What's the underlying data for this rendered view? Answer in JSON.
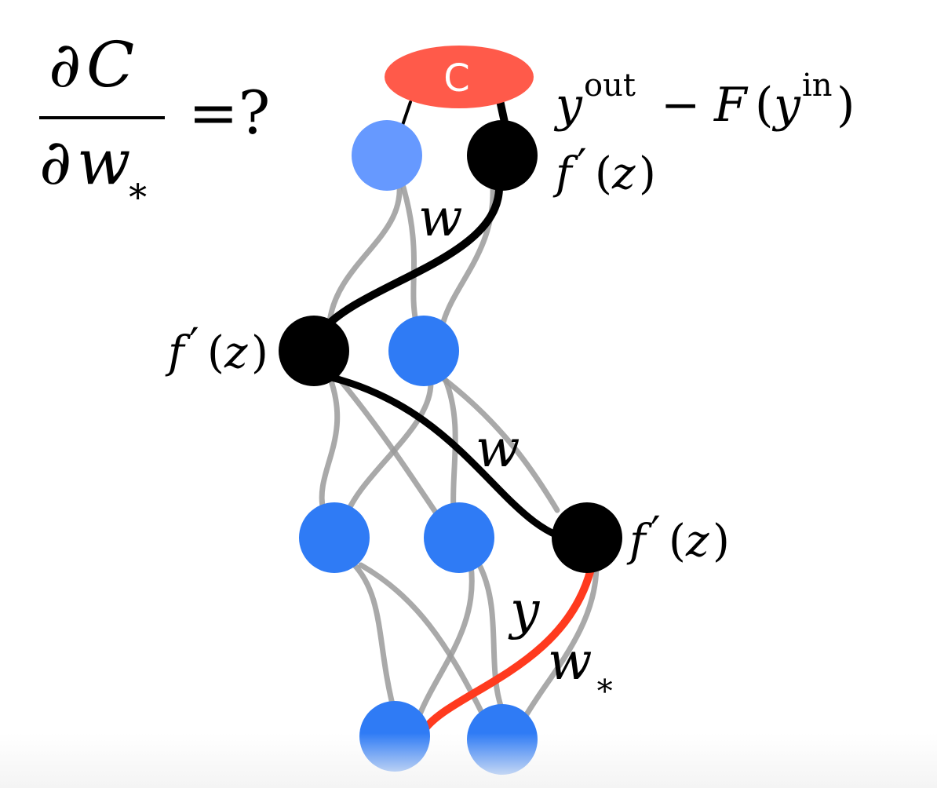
{
  "colors": {
    "cost_node": "#ff5a4a",
    "neuron_light": "#6699ff",
    "neuron": "#2f7bf5",
    "neuron_active": "#000000",
    "path_active": "#000000",
    "path_target": "#ff3a1e",
    "edge_gray": "#9a9a9a"
  },
  "formula": {
    "numerator_partial": "∂",
    "numerator_var": "C",
    "denominator_partial": "∂",
    "denominator_var": "w",
    "denominator_sub": "∗",
    "equals_question": "=?"
  },
  "cost_node": {
    "label": "C"
  },
  "labels": {
    "output_error": {
      "y": "y",
      "out_sup": "out",
      "minus": "−",
      "F": "F",
      "open_paren": "(",
      "y2": "y",
      "in_sup": "in",
      "close_paren": ")"
    },
    "derivative": {
      "f": "f",
      "prime": "′",
      "paren_open": "(",
      "z": "z",
      "paren_close": ")"
    },
    "weight": "w",
    "target_weight": {
      "w": "w",
      "sub": "∗"
    },
    "activation": "y"
  }
}
